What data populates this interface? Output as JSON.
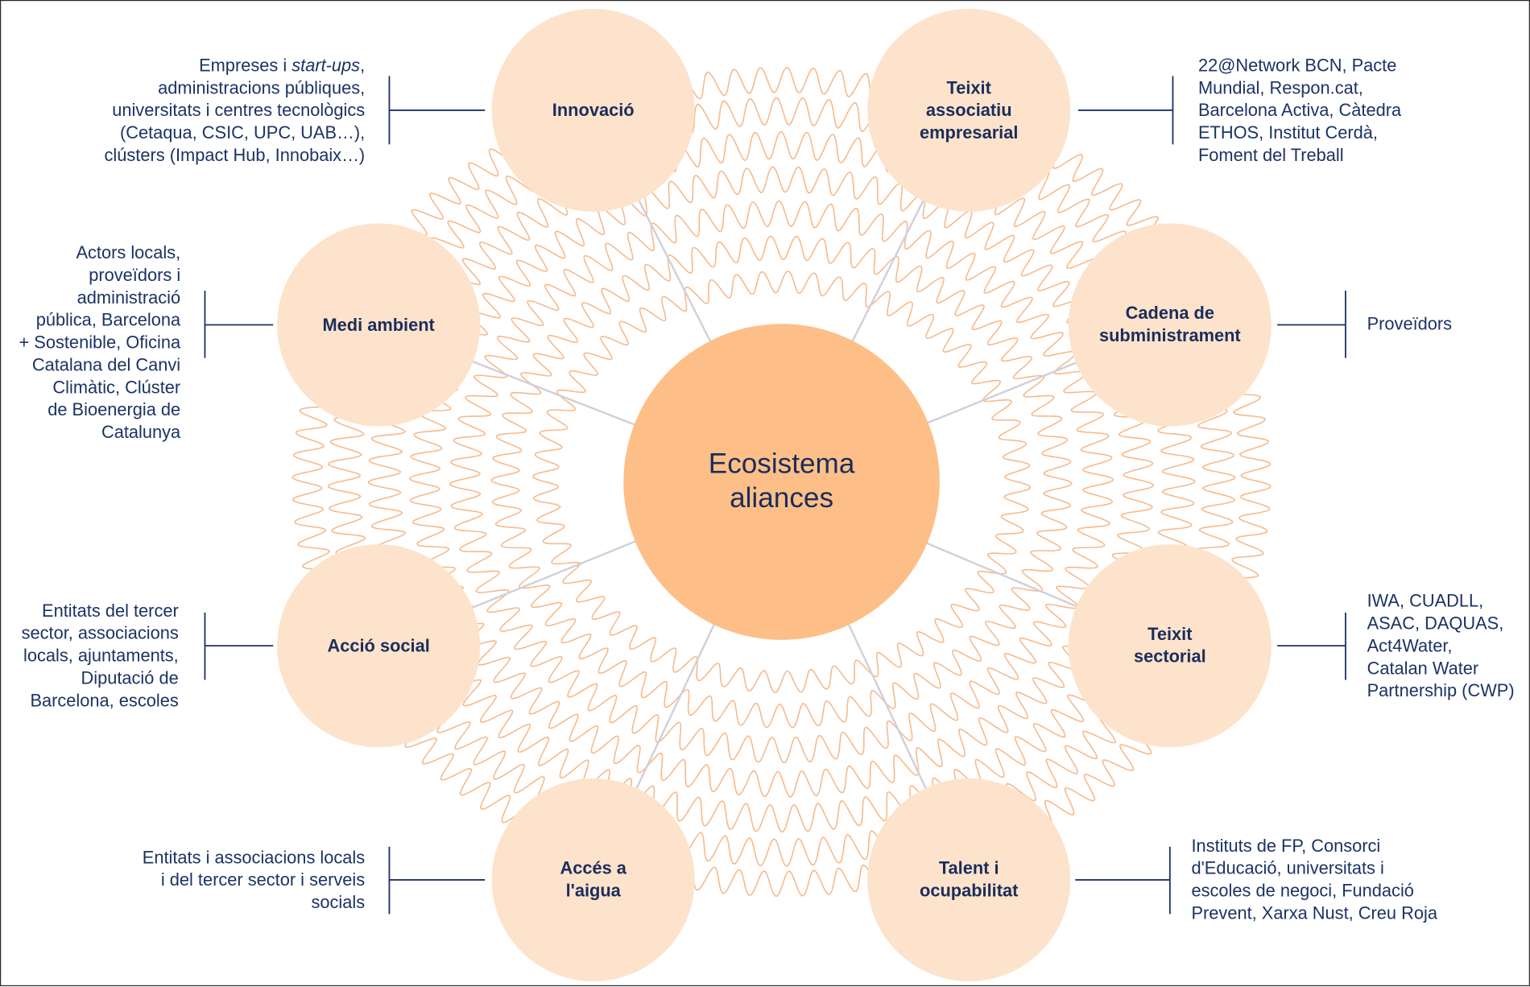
{
  "diagram": {
    "center": {
      "label": "Ecosistema\naliances"
    },
    "nodes": [
      {
        "id": "innovacio",
        "label": "Innovació",
        "description": "Empreses i start-ups,\nadministracions públiques,\nuniversitats i centres tecnològics\n(Cetaqua, CSIC, UPC, UAB…),\nclústers (Impact Hub, Innobaix…)",
        "description_italic": "start-ups"
      },
      {
        "id": "teixit-associatiu",
        "label": "Teixit\nassociatiu\nempresarial",
        "description": "22@Network BCN, Pacte\nMundial, Respon.cat,\nBarcelona Activa, Càtedra\nETHOS, Institut Cerdà,\nFoment del Treball"
      },
      {
        "id": "medi-ambient",
        "label": "Medi ambient",
        "description": "Actors locals,\nproveïdors i\nadministració\npública, Barcelona\n+ Sostenible, Oficina\nCatalana del Canvi\nClimàtic, Clúster\nde Bioenergia de\nCatalunya"
      },
      {
        "id": "cadena",
        "label": "Cadena de\nsubministrament",
        "description": "Proveïdors"
      },
      {
        "id": "accio-social",
        "label": "Acció social",
        "description": "Entitats del tercer\nsector, associacions\nlocals, ajuntaments,\nDiputació de\nBarcelona, escoles"
      },
      {
        "id": "teixit-sectorial",
        "label": "Teixit\nsectorial",
        "description": "IWA, CUADLL,\nASAC, DAQUAS,\nAct4Water,\nCatalan Water\nPartnership (CWP)"
      },
      {
        "id": "acces-aigua",
        "label": "Accés a\nl'aigua",
        "description": "Entitats i associacions locals\ni del tercer sector i serveis\nsocials"
      },
      {
        "id": "talent",
        "label": "Talent i\nocupabilitat",
        "description": "Instituts de FP, Consorci\nd'Educació, universitats i\nescoles de negoci, Fundació\nPrevent, Xarxa Nust, Creu Roja"
      }
    ]
  },
  "colors": {
    "node_fill": "#fde3cc",
    "center_fill": "#fdbf87",
    "text": "#1b2d5b",
    "wave": "#f7b98a",
    "spoke": "#cfd0da",
    "bracket": "#1b3364"
  }
}
